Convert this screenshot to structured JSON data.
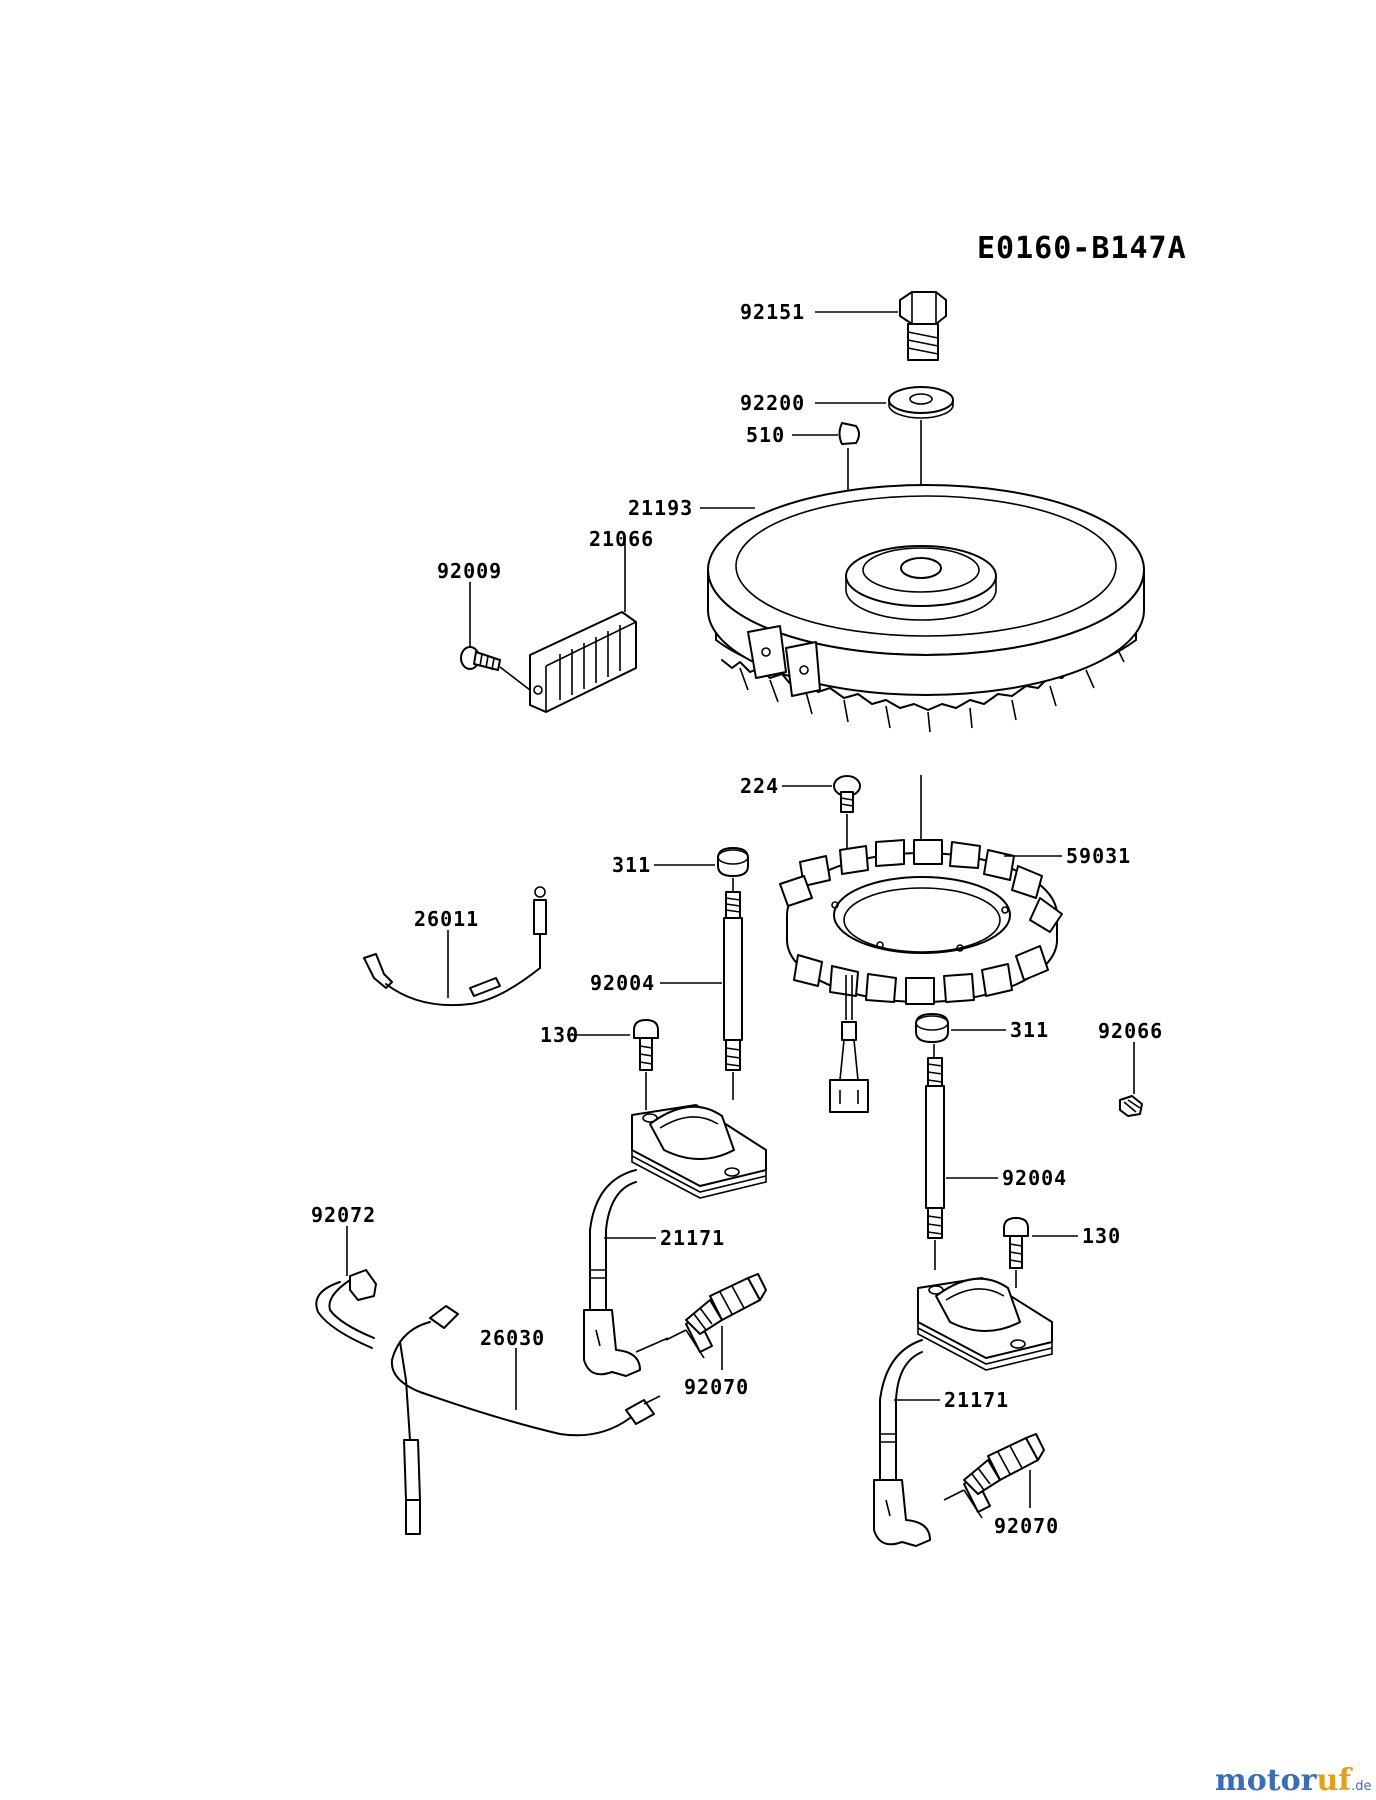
{
  "diagram_code": "E0160-B147A",
  "parts": {
    "p92151": "92151",
    "p92200": "92200",
    "p510": "510",
    "p21193": "21193",
    "p21066": "21066",
    "p92009": "92009",
    "p224": "224",
    "p59031": "59031",
    "p311_a": "311",
    "p311_b": "311",
    "p26011": "26011",
    "p92004_a": "92004",
    "p92004_b": "92004",
    "p130_a": "130",
    "p130_b": "130",
    "p92066": "92066",
    "p92072": "92072",
    "p21171_a": "21171",
    "p21171_b": "21171",
    "p26030": "26030",
    "p92070_a": "92070",
    "p92070_b": "92070"
  },
  "watermark": {
    "part1": "motor",
    "part2": "uf",
    "suffix": ".de"
  },
  "colors": {
    "watermark_blue": "#3a6db5",
    "watermark_orange": "#e0a020"
  }
}
